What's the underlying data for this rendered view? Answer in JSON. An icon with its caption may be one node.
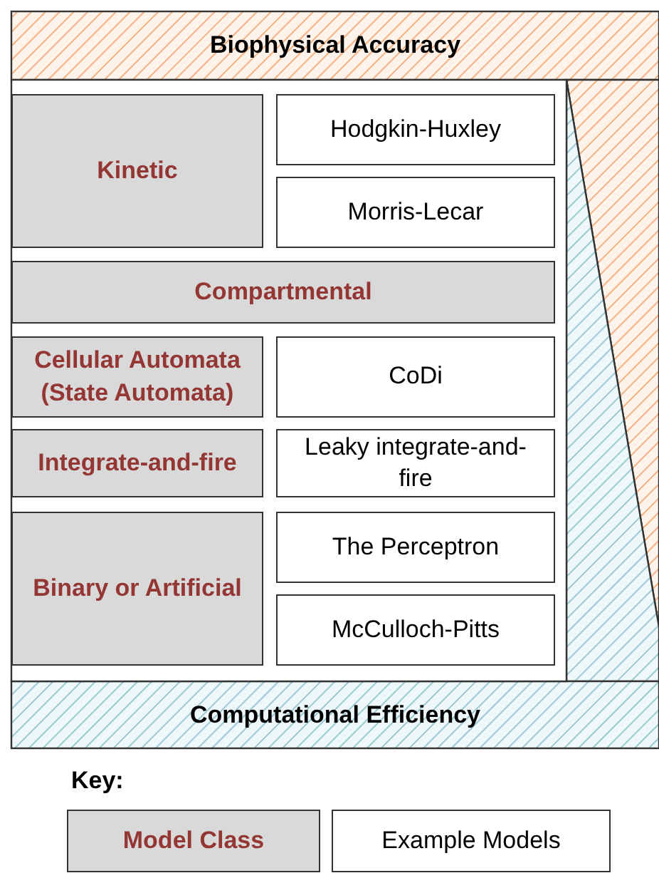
{
  "diagram": {
    "nodes": [
      {
        "text": [
          "Biophysical Accuracy"
        ]
      },
      {
        "text": [
          "Kinetic"
        ]
      },
      {
        "text": [
          "Hodgkin-Huxley"
        ]
      },
      {
        "text": [
          "Morris-Lecar"
        ]
      },
      {
        "text": [
          "Compartmental"
        ]
      },
      {
        "text": [
          "Cellular Automata (State Automata)"
        ]
      },
      {
        "text": [
          "CoDi"
        ]
      },
      {
        "text": [
          "Integrate-and-fire"
        ]
      },
      {
        "text": [
          "Leaky integrate-and-fire"
        ]
      },
      {
        "text": [
          "Binary or Artificial"
        ]
      },
      {
        "text": [
          "The Perceptron"
        ]
      },
      {
        "text": [
          "McCulloch-Pitts"
        ]
      },
      {
        "text": [
          "Computational Efficiency"
        ]
      }
    ],
    "labels": [
      "Key:"
    ],
    "legend": [
      {
        "text": "Model Class",
        "color": "#d9d9d9"
      },
      {
        "text": "Example Models",
        "color": "#ffffff"
      }
    ]
  }
}
